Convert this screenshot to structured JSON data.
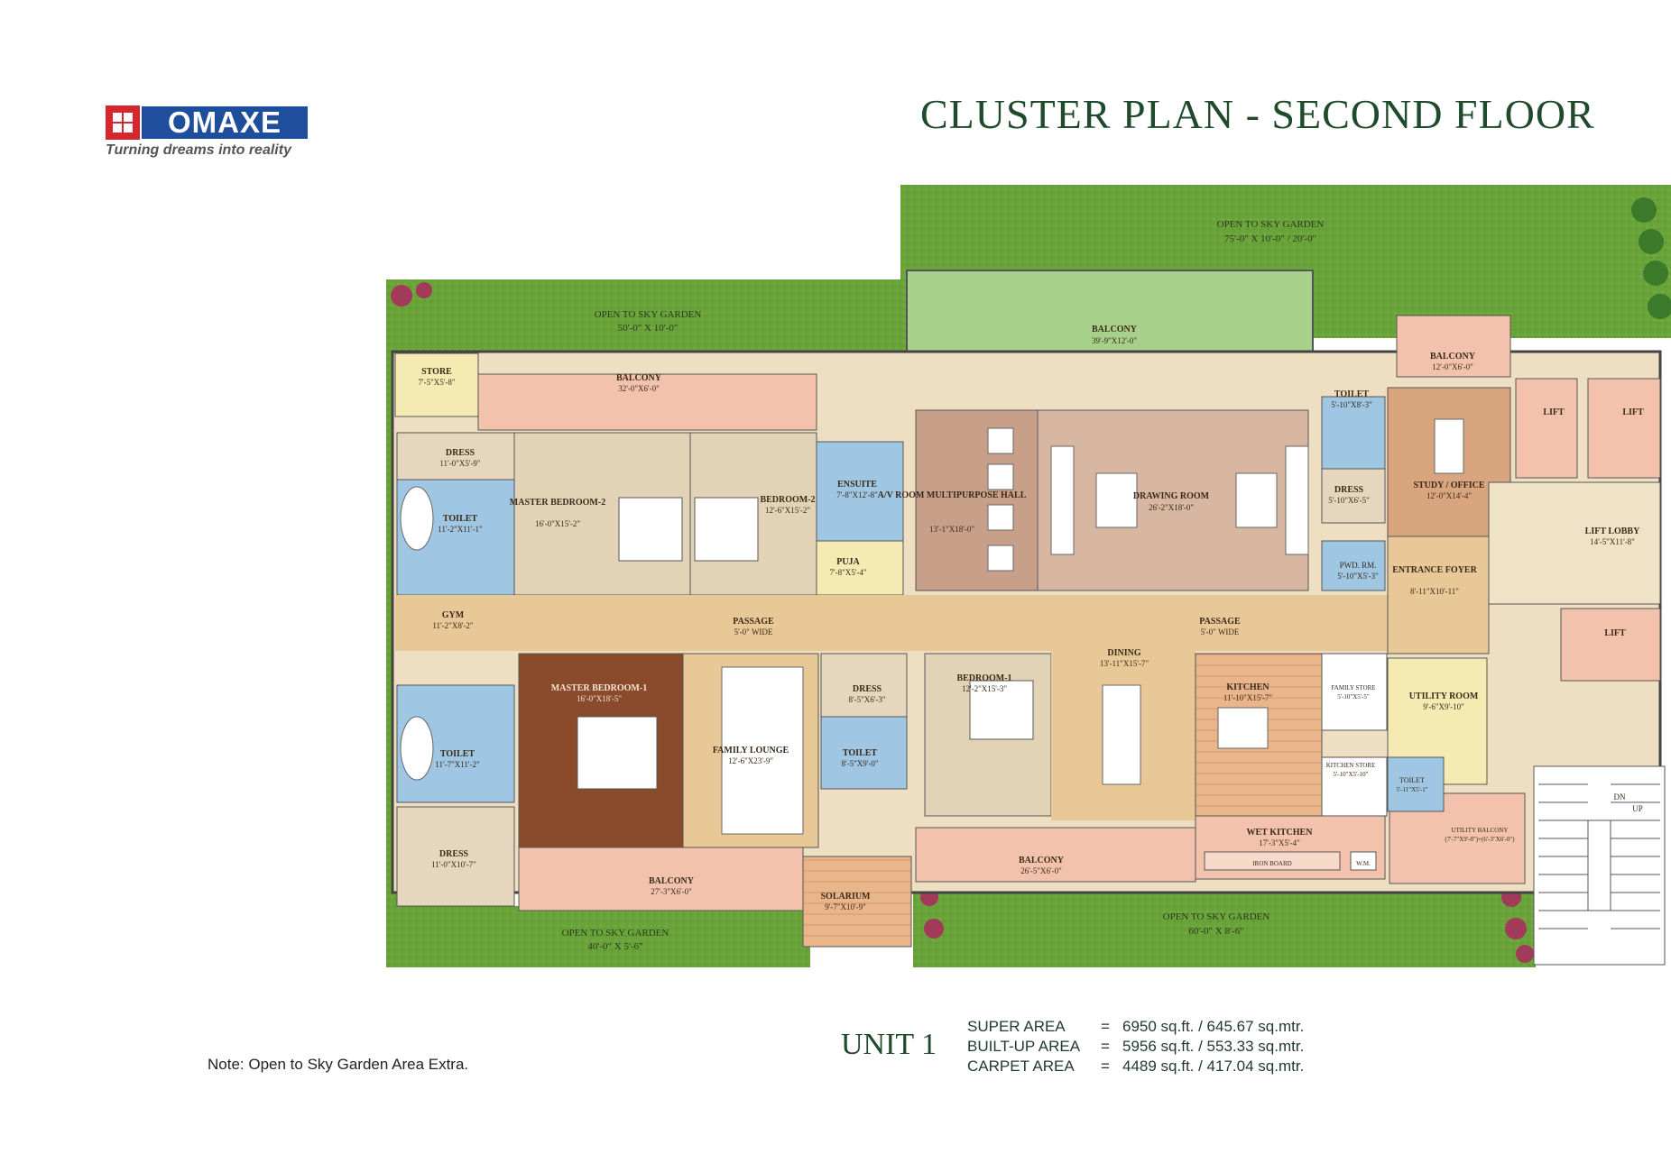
{
  "logo": {
    "brand": "OMAXE",
    "tagline": "Turning dreams into reality"
  },
  "title": "CLUSTER PLAN - SECOND FLOOR",
  "rooms": {
    "garden_top_left": {
      "name": "OPEN TO SKY GARDEN",
      "dim": "50'-0\" X 10'-0\""
    },
    "garden_top_right": {
      "name": "OPEN TO SKY GARDEN",
      "dim": "75'-0\" X 10'-0\" / 20'-0\""
    },
    "garden_bottom_left": {
      "name": "OPEN TO SKY GARDEN",
      "dim": "40'-0\" X 5'-6\""
    },
    "garden_bottom_right": {
      "name": "OPEN TO SKY  GARDEN",
      "dim": "60'-0\" X 8'-6\""
    },
    "store": {
      "name": "STORE",
      "dim": "7'-5\"X5'-8\""
    },
    "balcony_top": {
      "name": "BALCONY",
      "dim": "32'-0\"X6'-0\""
    },
    "balcony_large": {
      "name": "BALCONY",
      "dim": "39'-9\"X12'-0\""
    },
    "balcony_small": {
      "name": "BALCONY",
      "dim": "12'-0\"X6'-0\""
    },
    "dress_top": {
      "name": "DRESS",
      "dim": "11'-0\"X5'-9\""
    },
    "toilet_tl": {
      "name": "TOILET",
      "dim": "11'-2\"X11'-1\""
    },
    "master_bed_2": {
      "name": "MASTER BEDROOM-2",
      "dim": "16'-0\"X15'-2\""
    },
    "bedroom_2": {
      "name": "BEDROOM-2",
      "dim": "12'-6\"X15'-2\""
    },
    "ensuite": {
      "name": "ENSUITE",
      "dim": "7'-8\"X12'-8\""
    },
    "puja": {
      "name": "PUJA",
      "dim": "7'-8\"X5'-4\""
    },
    "av_room": {
      "name": "A/V ROOM MULTIPURPOSE HALL",
      "dim": "13'-1\"X18'-0\""
    },
    "drawing_room": {
      "name": "DRAWING ROOM",
      "dim": "26'-2\"X18'-0\""
    },
    "toilet_tr": {
      "name": "TOILET",
      "dim": "5'-10\"X8'-3\""
    },
    "dress_tr": {
      "name": "DRESS",
      "dim": "5'-10\"X6'-5\""
    },
    "pwd_rm": {
      "name": "PWD. RM.",
      "dim": "5'-10\"X5'-3\""
    },
    "study": {
      "name": "STUDY / OFFICE",
      "dim": "12'-0\"X14'-4\""
    },
    "lift_1": {
      "name": "LIFT"
    },
    "lift_2": {
      "name": "LIFT"
    },
    "lift_3": {
      "name": "LIFT"
    },
    "lift_lobby": {
      "name": "LIFT LOBBY",
      "dim": "14'-5\"X11'-8\""
    },
    "entrance_foyer": {
      "name": "ENTRANCE FOYER",
      "dim": "8'-11\"X10'-11\""
    },
    "gym": {
      "name": "GYM",
      "dim": "11'-2\"X8'-2\""
    },
    "passage_left": {
      "name": "PASSAGE",
      "dim": "5'-0\" WIDE"
    },
    "passage_right": {
      "name": "PASSAGE",
      "dim": "5'-0\" WIDE"
    },
    "toilet_bl": {
      "name": "TOILET",
      "dim": "11'-7\"X11'-2\""
    },
    "dress_bl": {
      "name": "DRESS",
      "dim": "11'-0\"X10'-7\""
    },
    "master_bed_1": {
      "name": "MASTER BEDROOM-1",
      "dim": "16'-0\"X18'-5\""
    },
    "family_lounge": {
      "name": "FAMILY LOUNGE",
      "dim": "12'-6\"X23'-9\""
    },
    "dress_mid": {
      "name": "DRESS",
      "dim": "8'-5\"X6'-3\""
    },
    "toilet_mid": {
      "name": "TOILET",
      "dim": "8'-5\"X9'-0\""
    },
    "bedroom_1": {
      "name": "BEDROOM-1",
      "dim": "12'-2\"X15'-3\""
    },
    "dining": {
      "name": "DINING",
      "dim": "13'-11\"X15'-7\""
    },
    "kitchen": {
      "name": "KITCHEN",
      "dim": "11'-10\"X15'-7\""
    },
    "family_store": {
      "name": "FAMILY STORE",
      "dim": "5'-10\"X5'-5\""
    },
    "kitchen_store": {
      "name": "KITCHEN STORE",
      "dim": "5'-10\"X5'-10\""
    },
    "utility_room": {
      "name": "UTILITY ROOM",
      "dim": "9'-6\"X9'-10\""
    },
    "toilet_br": {
      "name": "TOILET",
      "dim": "5'-11\"X5'-1\""
    },
    "wet_kitchen": {
      "name": "WET KITCHEN",
      "dim": "17'-3\"X5'-4\""
    },
    "iron_board": {
      "name": "IRON BOARD"
    },
    "wm": {
      "name": "W.M."
    },
    "utility_balcony": {
      "name": "UTILITY BALCONY",
      "dim": "(7'-7\"X9'-8\")+(6'-3\"X6'-0\")"
    },
    "balcony_bottom_left": {
      "name": "BALCONY",
      "dim": "27'-3\"X6'-0\""
    },
    "solarium": {
      "name": "SOLARIUM",
      "dim": "9'-7\"X10'-9\""
    },
    "balcony_bottom_mid": {
      "name": "BALCONY",
      "dim": "26'-5\"X6'-0\""
    },
    "stair_dn": {
      "name": "DN"
    },
    "stair_up": {
      "name": "UP"
    }
  },
  "unit": {
    "name": "UNIT 1",
    "areas": [
      {
        "label": "SUPER AREA",
        "eq": "=",
        "value": "6950  sq.ft. / 645.67 sq.mtr."
      },
      {
        "label": "BUILT-UP AREA",
        "eq": "=",
        "value": "5956  sq.ft. / 553.33 sq.mtr."
      },
      {
        "label": "CARPET AREA",
        "eq": "=",
        "value": "4489 sq.ft. / 417.04 sq.mtr."
      }
    ]
  },
  "note": "Note: Open to Sky Garden Area Extra.",
  "colors": {
    "garden": "#6aa33a",
    "balcony": "#f2c2ad",
    "passage": "#e9c897",
    "toilet": "#9fc6e2",
    "bedroom": "#e3d3b6",
    "master_bed_1": "#8a4a2c",
    "av_room": "#c8a08a",
    "drawing": "#d8b7a2",
    "title_green": "#1f4a2c",
    "brand_blue": "#1f4e9c",
    "brand_red": "#d7262d"
  }
}
